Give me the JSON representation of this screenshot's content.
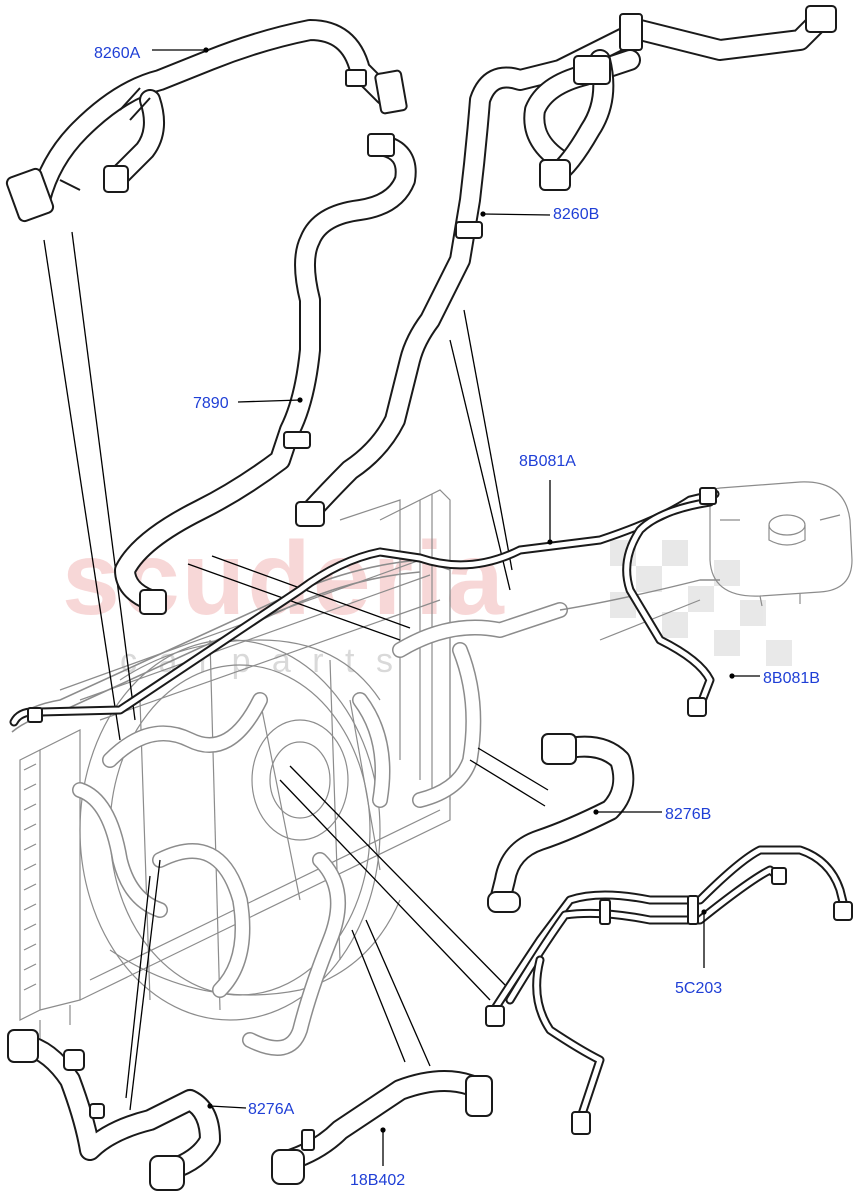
{
  "colors": {
    "label": "#1f3fd6",
    "line": "#1a1a1a",
    "watermark": "#f2b8b8",
    "watermark_sub": "#c9c9c9"
  },
  "watermark": {
    "brand": "scuderia",
    "sub": "c a r   p a r t s"
  },
  "callouts": {
    "c8260A": "8260A",
    "c8260B": "8260B",
    "c7890": "7890",
    "c8B081A": "8B081A",
    "c8B081B": "8B081B",
    "c8276B": "8276B",
    "c5C203": "5C203",
    "c8276A": "8276A",
    "c18B402": "18B402"
  }
}
